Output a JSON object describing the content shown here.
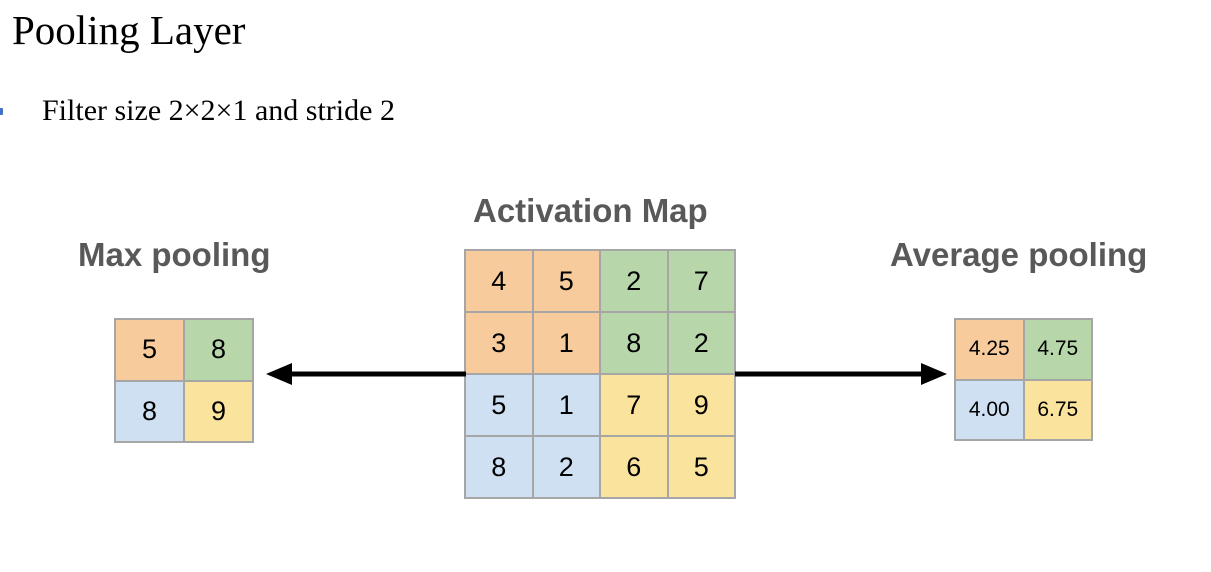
{
  "slide": {
    "title": "Pooling Layer",
    "bullet": {
      "marker": "square-bullet",
      "text": "Filter size 2×2×1 and stride 2"
    }
  },
  "headings": {
    "max_pooling": "Max pooling",
    "activation_map": "Activation Map",
    "average_pooling": "Average pooling"
  },
  "colors": {
    "quadrant_top_left": "#f8cb9c",
    "quadrant_top_right": "#b7d7ab",
    "quadrant_bottom_left": "#cfe0f2",
    "quadrant_bottom_right": "#fae39c",
    "grid_line": "#a6a6a6",
    "heading_text": "#595959",
    "body_text": "#000000",
    "bullet_marker": "#4472c4",
    "arrow": "#000000"
  },
  "activation_map": {
    "rows": 4,
    "cols": 4,
    "cells": [
      {
        "value": "4",
        "color": "#f8cb9c"
      },
      {
        "value": "5",
        "color": "#f8cb9c"
      },
      {
        "value": "2",
        "color": "#b7d7ab"
      },
      {
        "value": "7",
        "color": "#b7d7ab"
      },
      {
        "value": "3",
        "color": "#f8cb9c"
      },
      {
        "value": "1",
        "color": "#f8cb9c"
      },
      {
        "value": "8",
        "color": "#b7d7ab"
      },
      {
        "value": "2",
        "color": "#b7d7ab"
      },
      {
        "value": "5",
        "color": "#cfe0f2"
      },
      {
        "value": "1",
        "color": "#cfe0f2"
      },
      {
        "value": "7",
        "color": "#fae39c"
      },
      {
        "value": "9",
        "color": "#fae39c"
      },
      {
        "value": "8",
        "color": "#cfe0f2"
      },
      {
        "value": "2",
        "color": "#cfe0f2"
      },
      {
        "value": "6",
        "color": "#fae39c"
      },
      {
        "value": "5",
        "color": "#fae39c"
      }
    ]
  },
  "max_pooling_result": {
    "rows": 2,
    "cols": 2,
    "cells": [
      {
        "value": "5",
        "color": "#f8cb9c"
      },
      {
        "value": "8",
        "color": "#b7d7ab"
      },
      {
        "value": "8",
        "color": "#cfe0f2"
      },
      {
        "value": "9",
        "color": "#fae39c"
      }
    ]
  },
  "average_pooling_result": {
    "rows": 2,
    "cols": 2,
    "cells": [
      {
        "value": "4.25",
        "color": "#f8cb9c"
      },
      {
        "value": "4.75",
        "color": "#b7d7ab"
      },
      {
        "value": "4.00",
        "color": "#cfe0f2"
      },
      {
        "value": "6.75",
        "color": "#fae39c"
      }
    ]
  },
  "arrows": [
    {
      "name": "arrow-to-max-pooling",
      "direction": "left",
      "length": 198
    },
    {
      "name": "arrow-to-average-pooling",
      "direction": "right",
      "length": 212
    }
  ]
}
